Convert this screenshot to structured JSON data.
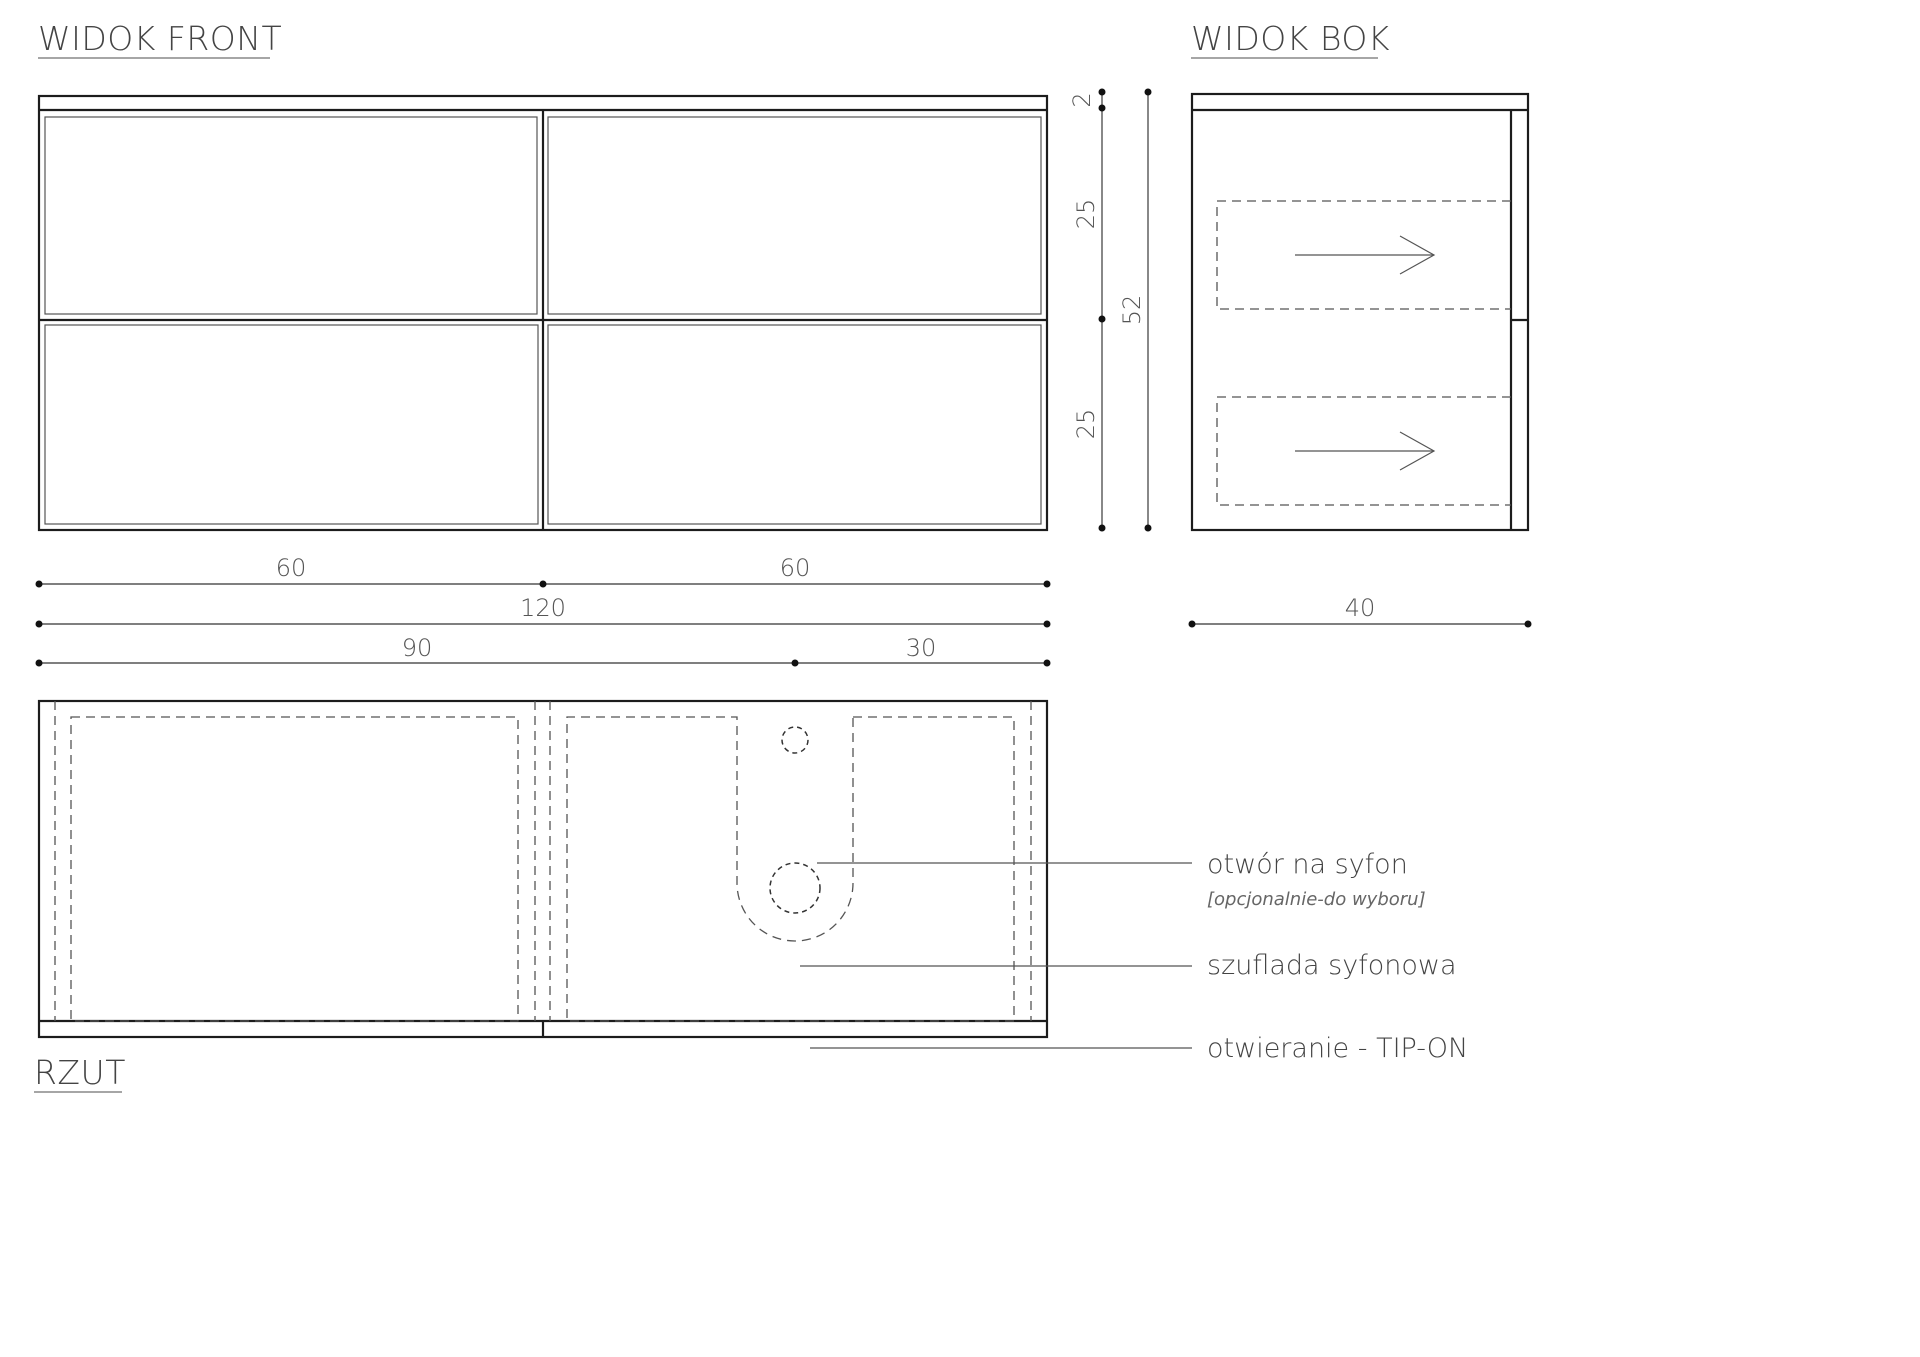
{
  "views": {
    "front": {
      "heading": "WIDOK FRONT"
    },
    "side": {
      "heading": "WIDOK BOK"
    },
    "plan": {
      "heading": "RZUT"
    }
  },
  "dimensions": {
    "front_drawer_left": "60",
    "front_drawer_right": "60",
    "front_total": "120",
    "split_left": "90",
    "split_right": "30",
    "top_thickness": "2",
    "drawer_upper_height": "25",
    "drawer_lower_height": "25",
    "total_height": "52",
    "side_depth": "40"
  },
  "callouts": {
    "siphon_hole": "otwór na syfon",
    "siphon_hole_note": "[opcjonalnie-do wyboru]",
    "siphon_drawer": "szuflada syfonowa",
    "opening": "otwieranie - TIP-ON"
  },
  "colors": {
    "line": "#1c1c1c",
    "text": "#444444",
    "background": "#ffffff"
  }
}
